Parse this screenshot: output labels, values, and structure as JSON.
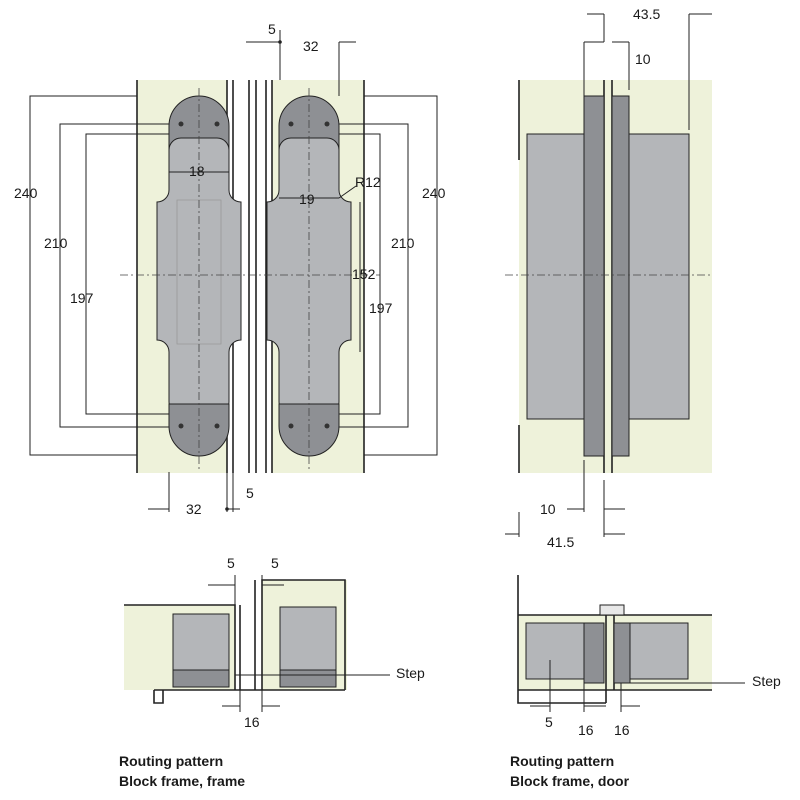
{
  "colors": {
    "background": "#ffffff",
    "panel": "#eef2da",
    "hinge": "#b4b6b9",
    "hinge_dark": "#8e9094",
    "line": "#222222"
  },
  "dimensions": {
    "top_left": {
      "d5": "5",
      "d32": "32",
      "d18": "18",
      "d19": "19",
      "r12": "R12",
      "d240_left": "240",
      "d210_left": "210",
      "d197_left": "197",
      "d240_right": "240",
      "d210_right": "210",
      "d152": "152",
      "d197_right": "197",
      "d32_bottom": "32",
      "d5_bottom": "5"
    },
    "top_right": {
      "d43_5": "43.5",
      "d10_top": "10",
      "d10_bottom": "10",
      "d41_5": "41.5"
    },
    "bottom_left": {
      "d5_a": "5",
      "d5_b": "5",
      "d16": "16",
      "step": "Step"
    },
    "bottom_right": {
      "d5": "5",
      "d16_a": "16",
      "d16_b": "16",
      "step": "Step"
    }
  },
  "captions": {
    "left": {
      "line1": "Routing pattern",
      "line2": "Block frame, frame"
    },
    "right": {
      "line1": "Routing pattern",
      "line2": "Block frame, door"
    }
  }
}
